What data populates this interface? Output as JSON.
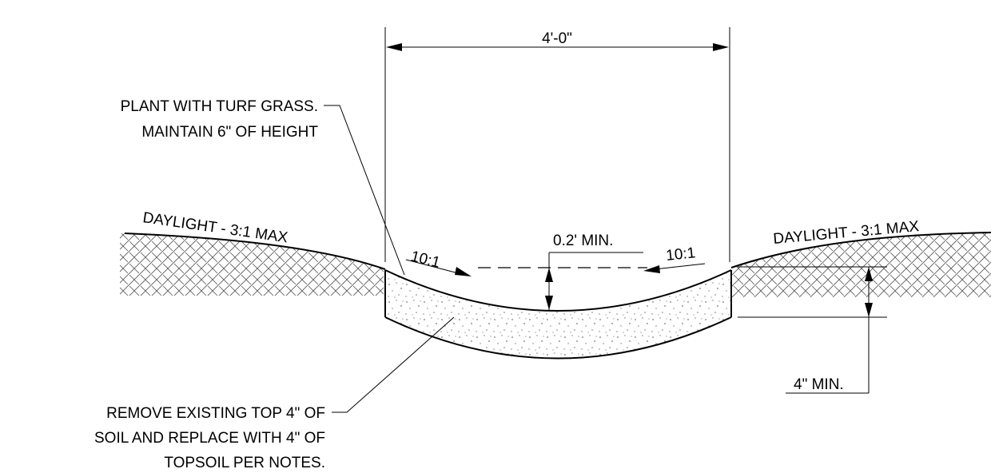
{
  "dimensions": {
    "width_label": "4'-0\"",
    "depth_label": "0.2' MIN.",
    "topsoil_label": "4\" MIN."
  },
  "slopes": {
    "left_slope": "10:1",
    "right_slope": "10:1",
    "left_daylight": "DAYLIGHT - 3:1 MAX",
    "right_daylight": "DAYLIGHT - 3:1 MAX"
  },
  "notes": {
    "plant": [
      "PLANT WITH TURF GRASS.",
      "MAINTAIN 6\" OF HEIGHT"
    ],
    "remove": [
      "REMOVE EXISTING TOP 4\" OF",
      "SOIL AND REPLACE WITH 4\" OF",
      "TOPSOIL PER NOTES."
    ]
  }
}
